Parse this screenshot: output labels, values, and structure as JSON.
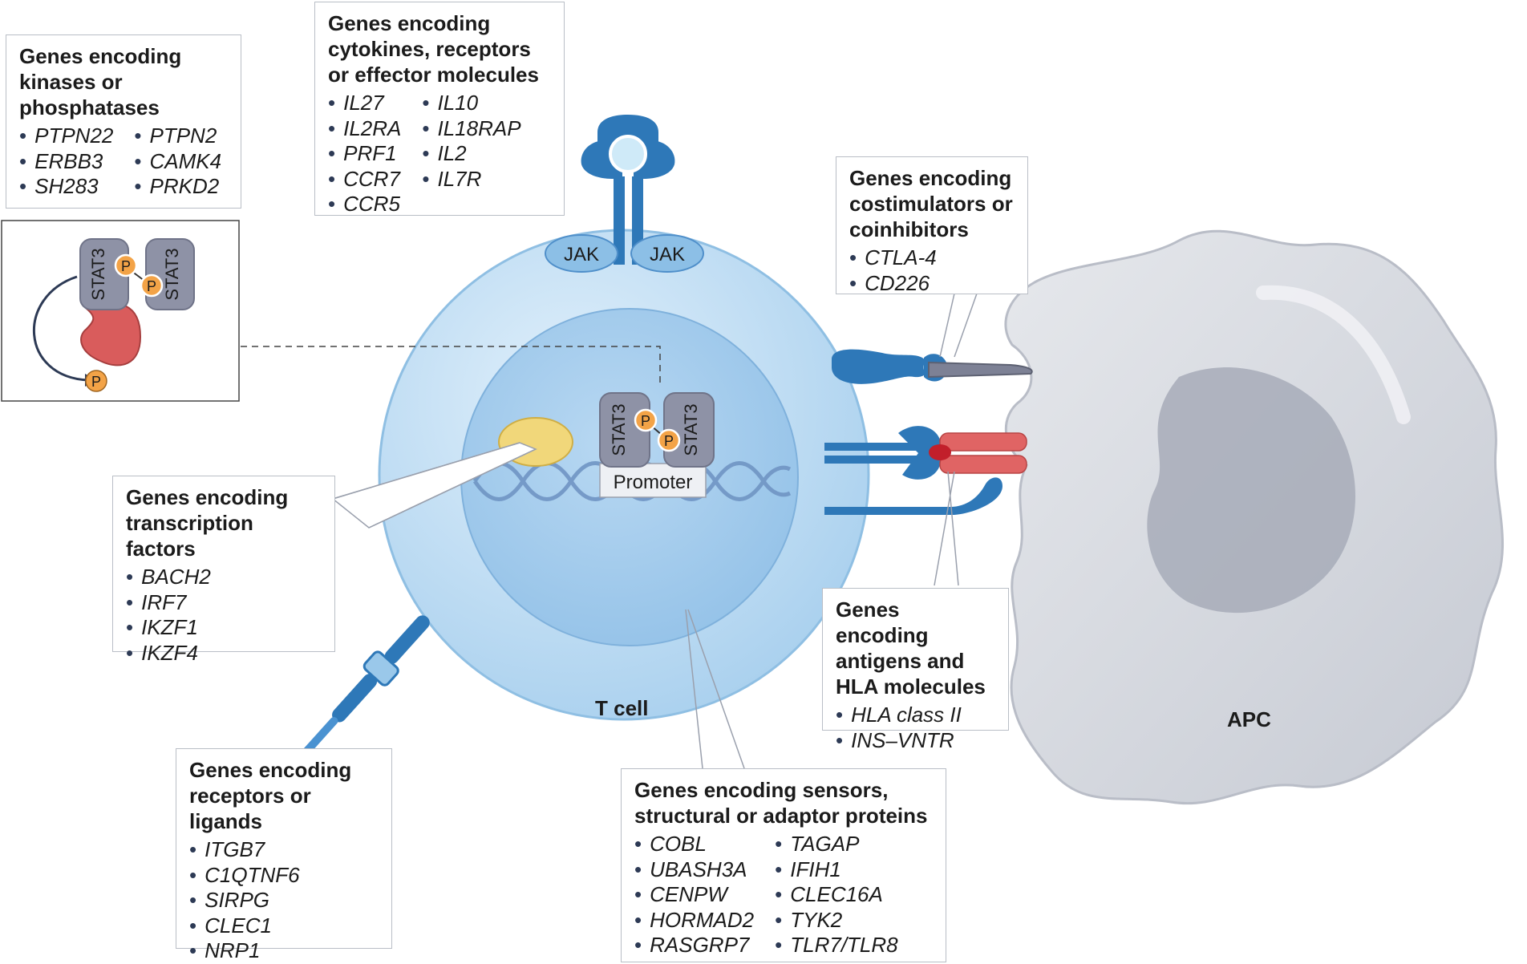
{
  "boxes": {
    "kinases": {
      "title": "Genes encoding\nkinases or\nphosphatases",
      "col1": [
        "PTPN22",
        "ERBB3",
        "SH283"
      ],
      "col2": [
        "PTPN2",
        "CAMK4",
        "PRKD2"
      ]
    },
    "cytokines": {
      "title": "Genes encoding\ncytokines, receptors\nor effector molecules",
      "col1": [
        "IL27",
        "IL2RA",
        "PRF1",
        "CCR7",
        "CCR5"
      ],
      "col2": [
        "IL10",
        "IL18RAP",
        "IL2",
        "IL7R"
      ]
    },
    "costim": {
      "title": "Genes encoding\ncostimulators or\ncoinhibitors",
      "col1": [
        "CTLA-4",
        "CD226"
      ]
    },
    "transcription": {
      "title": "Genes encoding\ntranscription factors",
      "col1": [
        "BACH2",
        "IRF7",
        "IKZF1",
        "IKZF4"
      ]
    },
    "antigens": {
      "title": "Genes encoding\nantigens and\nHLA molecules",
      "col1": [
        "HLA class II",
        "INS–VNTR"
      ]
    },
    "receptors": {
      "title": "Genes encoding\nreceptors or ligands",
      "col1": [
        "ITGB7",
        "C1QTNF6",
        "SIRPG",
        "CLEC1",
        "NRP1"
      ]
    },
    "sensors": {
      "title": "Genes encoding sensors,\nstructural or adaptor proteins",
      "col1": [
        "COBL",
        "UBASH3A",
        "CENPW",
        "HORMAD2",
        "RASGRP7"
      ],
      "col2": [
        "TAGAP",
        "IFIH1",
        "CLEC16A",
        "TYK2",
        "TLR7/TLR8"
      ]
    }
  },
  "labels": {
    "t_cell": "T cell",
    "apc": "APC",
    "jak": "JAK",
    "stat3": "STAT3",
    "phospho": "P",
    "promoter": "Promoter"
  },
  "colors": {
    "t_cell": "#bcdcf2",
    "nucleus": "#a9cdea",
    "apc": "#d9dce2",
    "receptor": "#2e78b8",
    "stat3": "#8e92a6",
    "phosphatase": "#d95c5c",
    "phosphate": "#f3a347",
    "transcription_factor": "#f1d77a",
    "hla": "#e06464"
  }
}
